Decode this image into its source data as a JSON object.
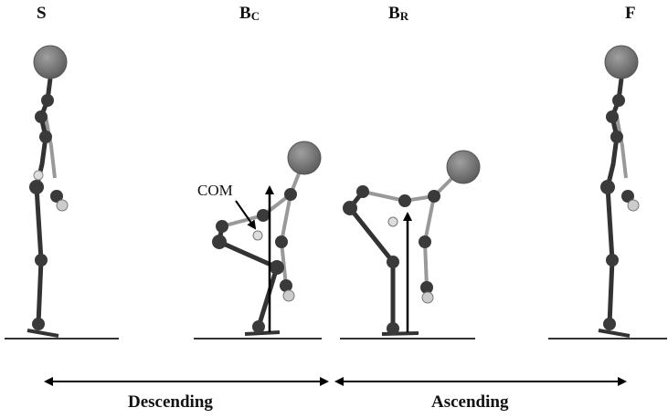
{
  "labels": {
    "start": "S",
    "bottom_c_main": "B",
    "bottom_c_sub": "C",
    "bottom_r_main": "B",
    "bottom_r_sub": "R",
    "finish": "F"
  },
  "annotation": {
    "com": "COM"
  },
  "phases": {
    "descending": "Descending",
    "ascending": "Ascending"
  },
  "colors": {
    "dark_segment": "#2e2e2e",
    "light_segment": "#8a8a8a",
    "head": "#7a7a7a",
    "arrow": "#000000"
  }
}
